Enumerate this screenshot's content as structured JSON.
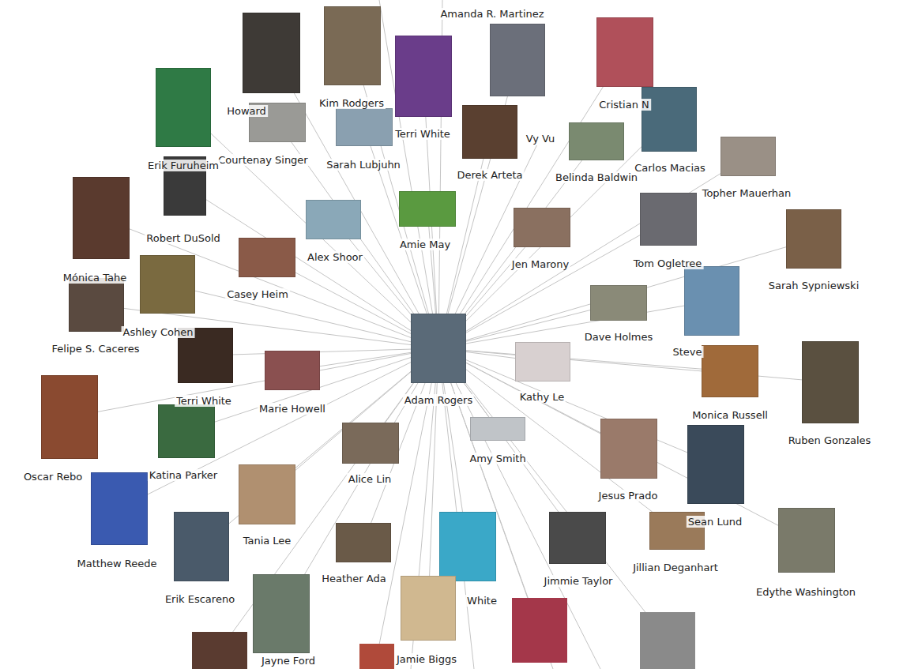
{
  "diagram": {
    "nodes": [
      {
        "text": [
          "Amanda R. Martinez"
        ]
      },
      {
        "text": [
          "Kim Rodgers"
        ]
      },
      {
        "text": [
          "Howard"
        ]
      },
      {
        "text": [
          "Courtenay Singer"
        ]
      },
      {
        "text": [
          "Erik Furuheim"
        ]
      },
      {
        "text": [
          "Sarah Lubjuhn"
        ]
      },
      {
        "text": [
          "Terri White"
        ]
      },
      {
        "text": [
          "Vy Vu"
        ]
      },
      {
        "text": [
          "Derek Arteta"
        ]
      },
      {
        "text": [
          "Belinda Baldwin"
        ]
      },
      {
        "text": [
          "Cristian N"
        ]
      },
      {
        "text": [
          "Carlos Macias"
        ]
      },
      {
        "text": [
          "Topher Mauerhan"
        ]
      },
      {
        "text": [
          "Robert DuSold"
        ]
      },
      {
        "text": [
          "Amie May"
        ]
      },
      {
        "text": [
          "Alex Shoor"
        ]
      },
      {
        "text": [
          "Jen Marony"
        ]
      },
      {
        "text": [
          "Tom Ogletree"
        ]
      },
      {
        "text": [
          "Sarah Sypniewski"
        ]
      },
      {
        "text": [
          "Mónica Tahe"
        ]
      },
      {
        "text": [
          "Casey Heim"
        ]
      },
      {
        "text": [
          "Ashley Cohen"
        ]
      },
      {
        "text": [
          "Felipe S. Caceres"
        ]
      },
      {
        "text": [
          "Dave Holmes"
        ]
      },
      {
        "text": [
          "Steve"
        ]
      },
      {
        "text": [
          "Adam Rogers"
        ]
      },
      {
        "text": [
          "Kathy Le"
        ]
      },
      {
        "text": [
          "Monica Russell"
        ]
      },
      {
        "text": [
          "Ruben Gonzales"
        ]
      },
      {
        "text": [
          "Terri White"
        ]
      },
      {
        "text": [
          "Marie Howell"
        ]
      },
      {
        "text": [
          "Oscar Rebo"
        ]
      },
      {
        "text": [
          "Katina Parker"
        ]
      },
      {
        "text": [
          "Alice Lin"
        ]
      },
      {
        "text": [
          "Amy Smith"
        ]
      },
      {
        "text": [
          "Jesus Prado"
        ]
      },
      {
        "text": [
          "Sean Lund"
        ]
      },
      {
        "text": [
          "Matthew Reede"
        ]
      },
      {
        "text": [
          "Tania Lee"
        ]
      },
      {
        "text": [
          "Erik Escareno"
        ]
      },
      {
        "text": [
          "Heather Ada"
        ]
      },
      {
        "text": [
          "White"
        ]
      },
      {
        "text": [
          "Jimmie Taylor"
        ]
      },
      {
        "text": [
          "Jillian Deganhart"
        ]
      },
      {
        "text": [
          "Edythe Washington"
        ]
      },
      {
        "text": [
          "Jamie Biggs"
        ]
      },
      {
        "text": [
          "Jayne Ford"
        ]
      }
    ],
    "edges": [
      {
        "from": 25,
        "to": 0,
        "arrow": "none"
      },
      {
        "from": 25,
        "to": 1,
        "arrow": "none"
      },
      {
        "from": 25,
        "to": 2,
        "arrow": "none"
      },
      {
        "from": 25,
        "to": 3,
        "arrow": "none"
      },
      {
        "from": 25,
        "to": 4,
        "arrow": "none"
      },
      {
        "from": 25,
        "to": 5,
        "arrow": "none"
      },
      {
        "from": 25,
        "to": 6,
        "arrow": "none"
      },
      {
        "from": 25,
        "to": 7,
        "arrow": "none"
      },
      {
        "from": 25,
        "to": 8,
        "arrow": "none"
      },
      {
        "from": 25,
        "to": 9,
        "arrow": "none"
      },
      {
        "from": 25,
        "to": 10,
        "arrow": "none"
      },
      {
        "from": 25,
        "to": 11,
        "arrow": "none"
      },
      {
        "from": 25,
        "to": 12,
        "arrow": "none"
      },
      {
        "from": 25,
        "to": 13,
        "arrow": "none"
      },
      {
        "from": 25,
        "to": 14,
        "arrow": "none"
      },
      {
        "from": 25,
        "to": 15,
        "arrow": "none"
      },
      {
        "from": 25,
        "to": 16,
        "arrow": "none"
      },
      {
        "from": 25,
        "to": 17,
        "arrow": "none"
      },
      {
        "from": 25,
        "to": 18,
        "arrow": "none"
      },
      {
        "from": 25,
        "to": 19,
        "arrow": "none"
      },
      {
        "from": 25,
        "to": 20,
        "arrow": "none"
      },
      {
        "from": 25,
        "to": 21,
        "arrow": "none"
      },
      {
        "from": 25,
        "to": 22,
        "arrow": "none"
      },
      {
        "from": 25,
        "to": 23,
        "arrow": "none"
      },
      {
        "from": 25,
        "to": 24,
        "arrow": "none"
      },
      {
        "from": 25,
        "to": 26,
        "arrow": "none"
      },
      {
        "from": 25,
        "to": 27,
        "arrow": "none"
      },
      {
        "from": 25,
        "to": 28,
        "arrow": "none"
      },
      {
        "from": 25,
        "to": 29,
        "arrow": "none"
      },
      {
        "from": 25,
        "to": 30,
        "arrow": "none"
      },
      {
        "from": 25,
        "to": 31,
        "arrow": "none"
      },
      {
        "from": 25,
        "to": 32,
        "arrow": "none"
      },
      {
        "from": 25,
        "to": 33,
        "arrow": "none"
      },
      {
        "from": 25,
        "to": 34,
        "arrow": "none"
      },
      {
        "from": 25,
        "to": 35,
        "arrow": "none"
      },
      {
        "from": 25,
        "to": 36,
        "arrow": "none"
      },
      {
        "from": 25,
        "to": 37,
        "arrow": "none"
      },
      {
        "from": 25,
        "to": 38,
        "arrow": "none"
      },
      {
        "from": 25,
        "to": 39,
        "arrow": "none"
      },
      {
        "from": 25,
        "to": 40,
        "arrow": "none"
      },
      {
        "from": 25,
        "to": 41,
        "arrow": "none"
      },
      {
        "from": 25,
        "to": 42,
        "arrow": "none"
      },
      {
        "from": 25,
        "to": 43,
        "arrow": "none"
      },
      {
        "from": 25,
        "to": 44,
        "arrow": "none"
      },
      {
        "from": 25,
        "to": 45,
        "arrow": "none"
      },
      {
        "from": 25,
        "to": 46,
        "arrow": "none"
      }
    ]
  }
}
